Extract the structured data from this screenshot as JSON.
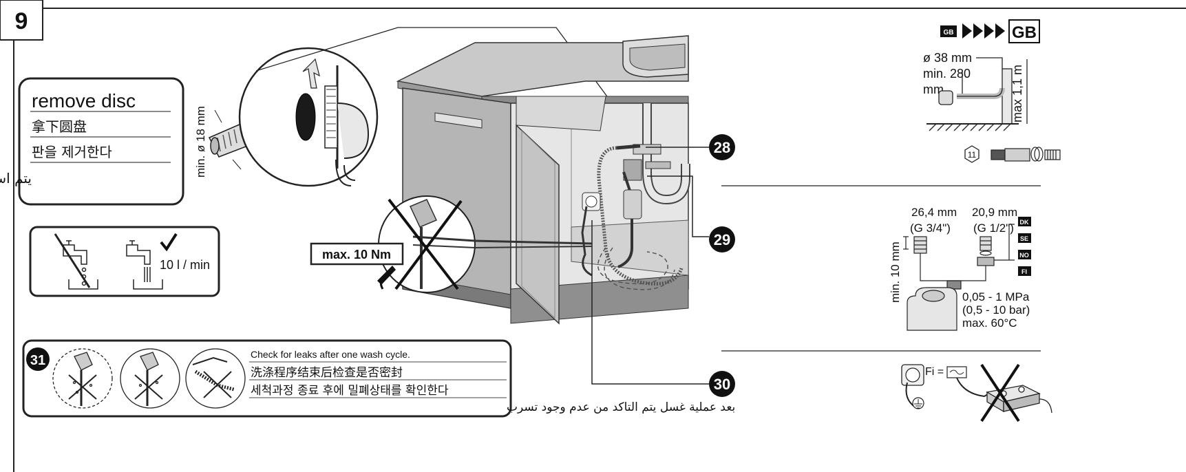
{
  "step_number": "9",
  "remove_disc": {
    "lines": [
      "remove disc",
      "拿下圆盘",
      "판을 제거한다",
      "يتم استبعاد القرص"
    ],
    "hose_diameter": "min. ø 18 mm"
  },
  "flow": {
    "rate": "10 l / min"
  },
  "torque": {
    "label": "max. 10 Nm"
  },
  "callouts": [
    "28",
    "29",
    "30",
    "31"
  ],
  "leak_check": {
    "lines": [
      "Check for leaks after one wash cycle.",
      "洗涤程序结束后检查是否密封",
      "세척과정 종료 후에 밀폐상태를 확인한다",
      "بعد عملية غسل يتم التاكد من عدم وجود تسرب"
    ]
  },
  "gb_section": {
    "badge_small": "GB",
    "badge_large": "GB",
    "diameter": "ø 38 mm",
    "min_height": "min. 280",
    "min_height_unit": "mm",
    "max_height": "max 1,1 m",
    "part_number": "11"
  },
  "connection": {
    "size_a": "26,4 mm",
    "thread_a": "(G 3/4\")",
    "size_b": "20,9 mm",
    "thread_b": "(G 1/2\")",
    "min_length": "min. 10 mm",
    "countries": [
      "DK",
      "SE",
      "NO",
      "FI"
    ],
    "pressure": "0,05 - 1 MPa",
    "pressure_bar": "(0,5 - 10 bar)",
    "max_temp": "max. 60°C"
  },
  "electrical": {
    "label": "Fi ="
  }
}
